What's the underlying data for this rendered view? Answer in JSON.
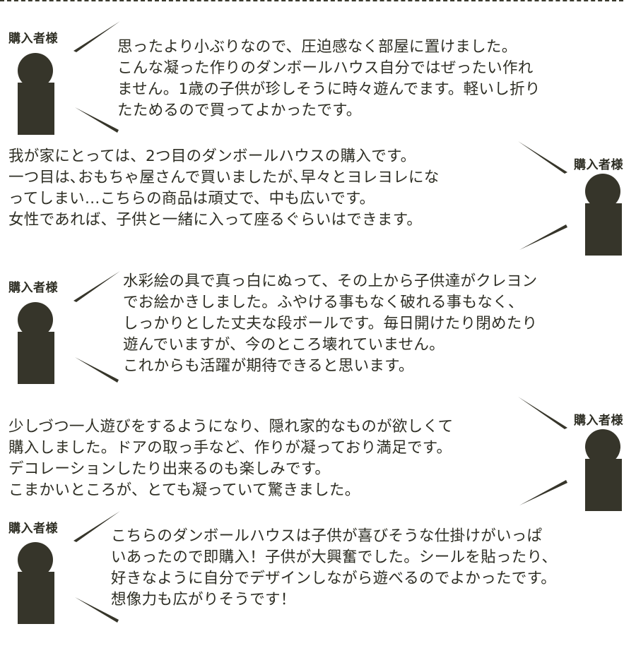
{
  "reviewer_label": "購入者様",
  "reviews": [
    {
      "lines": [
        "思ったより小ぶりなので、圧迫感なく部屋に置けました。",
        "こんな凝った作りのダンボールハウス自分ではぜったい作れ",
        "ません。1歳の子供が珍しそうに時々遊んでます。軽いし折り",
        "たためるので買ってよかったです。"
      ]
    },
    {
      "lines": [
        "我が家にとっては、2つ目のダンボールハウスの購入です。",
        "一つ目は､おもちゃ屋さんで買いましたが､早々とヨレヨレにな",
        "ってしまい…こちらの商品は頑丈で、中も広いです。",
        "女性であれば、子供と一緒に入って座るぐらいはできます。"
      ]
    },
    {
      "lines": [
        "水彩絵の具で真っ白にぬって、その上から子供達がクレヨン",
        "でお絵かきしました。ふやける事もなく破れる事もなく、",
        "しっかりとした丈夫な段ボールです。毎日開けたり閉めたり",
        "遊んでいますが、今のところ壊れていません。",
        "これからも活躍が期待できると思います。"
      ]
    },
    {
      "lines": [
        "少しづつ一人遊びをするようになり、隠れ家的なものが欲しくて",
        "購入しました。ドアの取っ手など、作りが凝っており満足です。",
        "デコレーションしたり出来るのも楽しみです。",
        "こまかいところが、とても凝っていて驚きました。"
      ]
    },
    {
      "lines": [
        "こちらのダンボールハウスは子供が喜びそうな仕掛けがいっぱ",
        "いあったので即購入！子供が大興奮でした。シールを貼ったり、",
        "好きなように自分でデザインしながら遊べるのでよかったです。",
        "想像力も広がりそうです！"
      ]
    }
  ]
}
